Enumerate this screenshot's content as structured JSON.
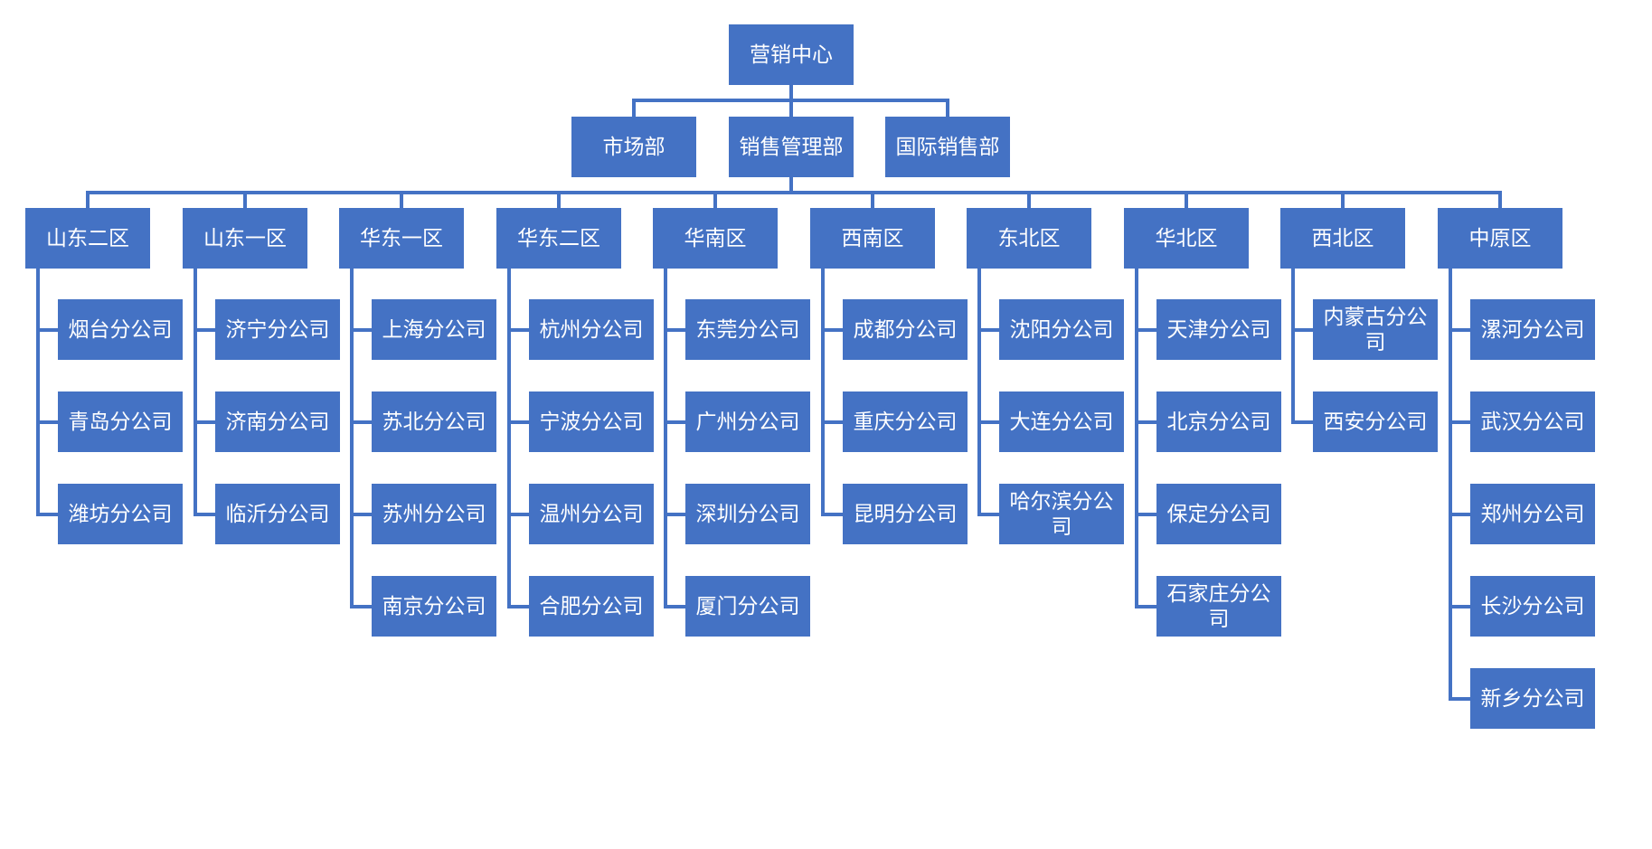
{
  "root": "营销中心",
  "departments": [
    "市场部",
    "销售管理部",
    "国际销售部"
  ],
  "regions": [
    {
      "name": "山东二区",
      "branches": [
        "烟台分公司",
        "青岛分公司",
        "潍坊分公司"
      ]
    },
    {
      "name": "山东一区",
      "branches": [
        "济宁分公司",
        "济南分公司",
        "临沂分公司"
      ]
    },
    {
      "name": "华东一区",
      "branches": [
        "上海分公司",
        "苏北分公司",
        "苏州分公司",
        "南京分公司"
      ]
    },
    {
      "name": "华东二区",
      "branches": [
        "杭州分公司",
        "宁波分公司",
        "温州分公司",
        "合肥分公司"
      ]
    },
    {
      "name": "华南区",
      "branches": [
        "东莞分公司",
        "广州分公司",
        "深圳分公司",
        "厦门分公司"
      ]
    },
    {
      "name": "西南区",
      "branches": [
        "成都分公司",
        "重庆分公司",
        "昆明分公司"
      ]
    },
    {
      "name": "东北区",
      "branches": [
        "沈阳分公司",
        "大连分公司",
        "哈尔滨分公司"
      ]
    },
    {
      "name": "华北区",
      "branches": [
        "天津分公司",
        "北京分公司",
        "保定分公司",
        "石家庄分公司"
      ]
    },
    {
      "name": "西北区",
      "branches": [
        "内蒙古分公司",
        "西安分公司"
      ]
    },
    {
      "name": "中原区",
      "branches": [
        "漯河分公司",
        "武汉分公司",
        "郑州分公司",
        "长沙分公司",
        "新乡分公司"
      ]
    }
  ],
  "colors": {
    "box": "#4472C4",
    "line": "#4472C4",
    "text": "#FFFFFF"
  }
}
